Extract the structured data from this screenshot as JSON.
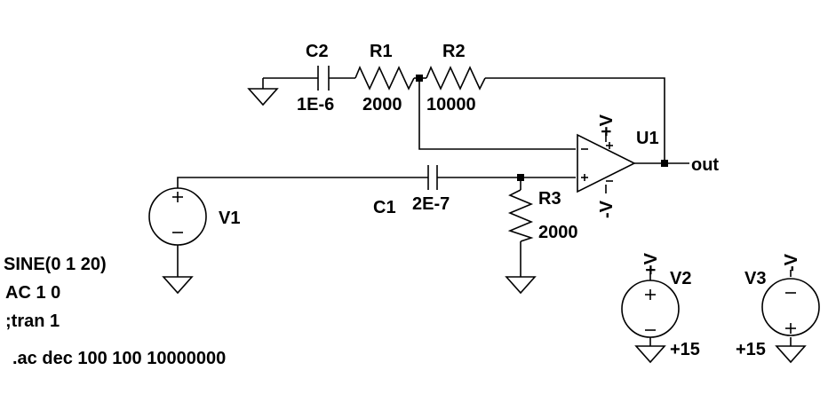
{
  "components": {
    "C2": {
      "name": "C2",
      "value": "1E-6"
    },
    "R1": {
      "name": "R1",
      "value": "2000"
    },
    "R2": {
      "name": "R2",
      "value": "10000"
    },
    "C1": {
      "name": "C1",
      "value": "2E-7"
    },
    "R3": {
      "name": "R3",
      "value": "2000"
    },
    "V1": {
      "name": "V1"
    },
    "U1": {
      "name": "U1"
    },
    "V2": {
      "name": "V2",
      "value": "+15"
    },
    "V3": {
      "name": "V3",
      "value": "+15"
    }
  },
  "nets": {
    "out": "out",
    "vplus": "+V",
    "vminus": "-V"
  },
  "directives": {
    "sine": "SINE(0 1 20)",
    "ac": "AC 1 0",
    "tran": ";tran 1",
    "ac_sweep": ".ac dec 100 100 10000000"
  }
}
